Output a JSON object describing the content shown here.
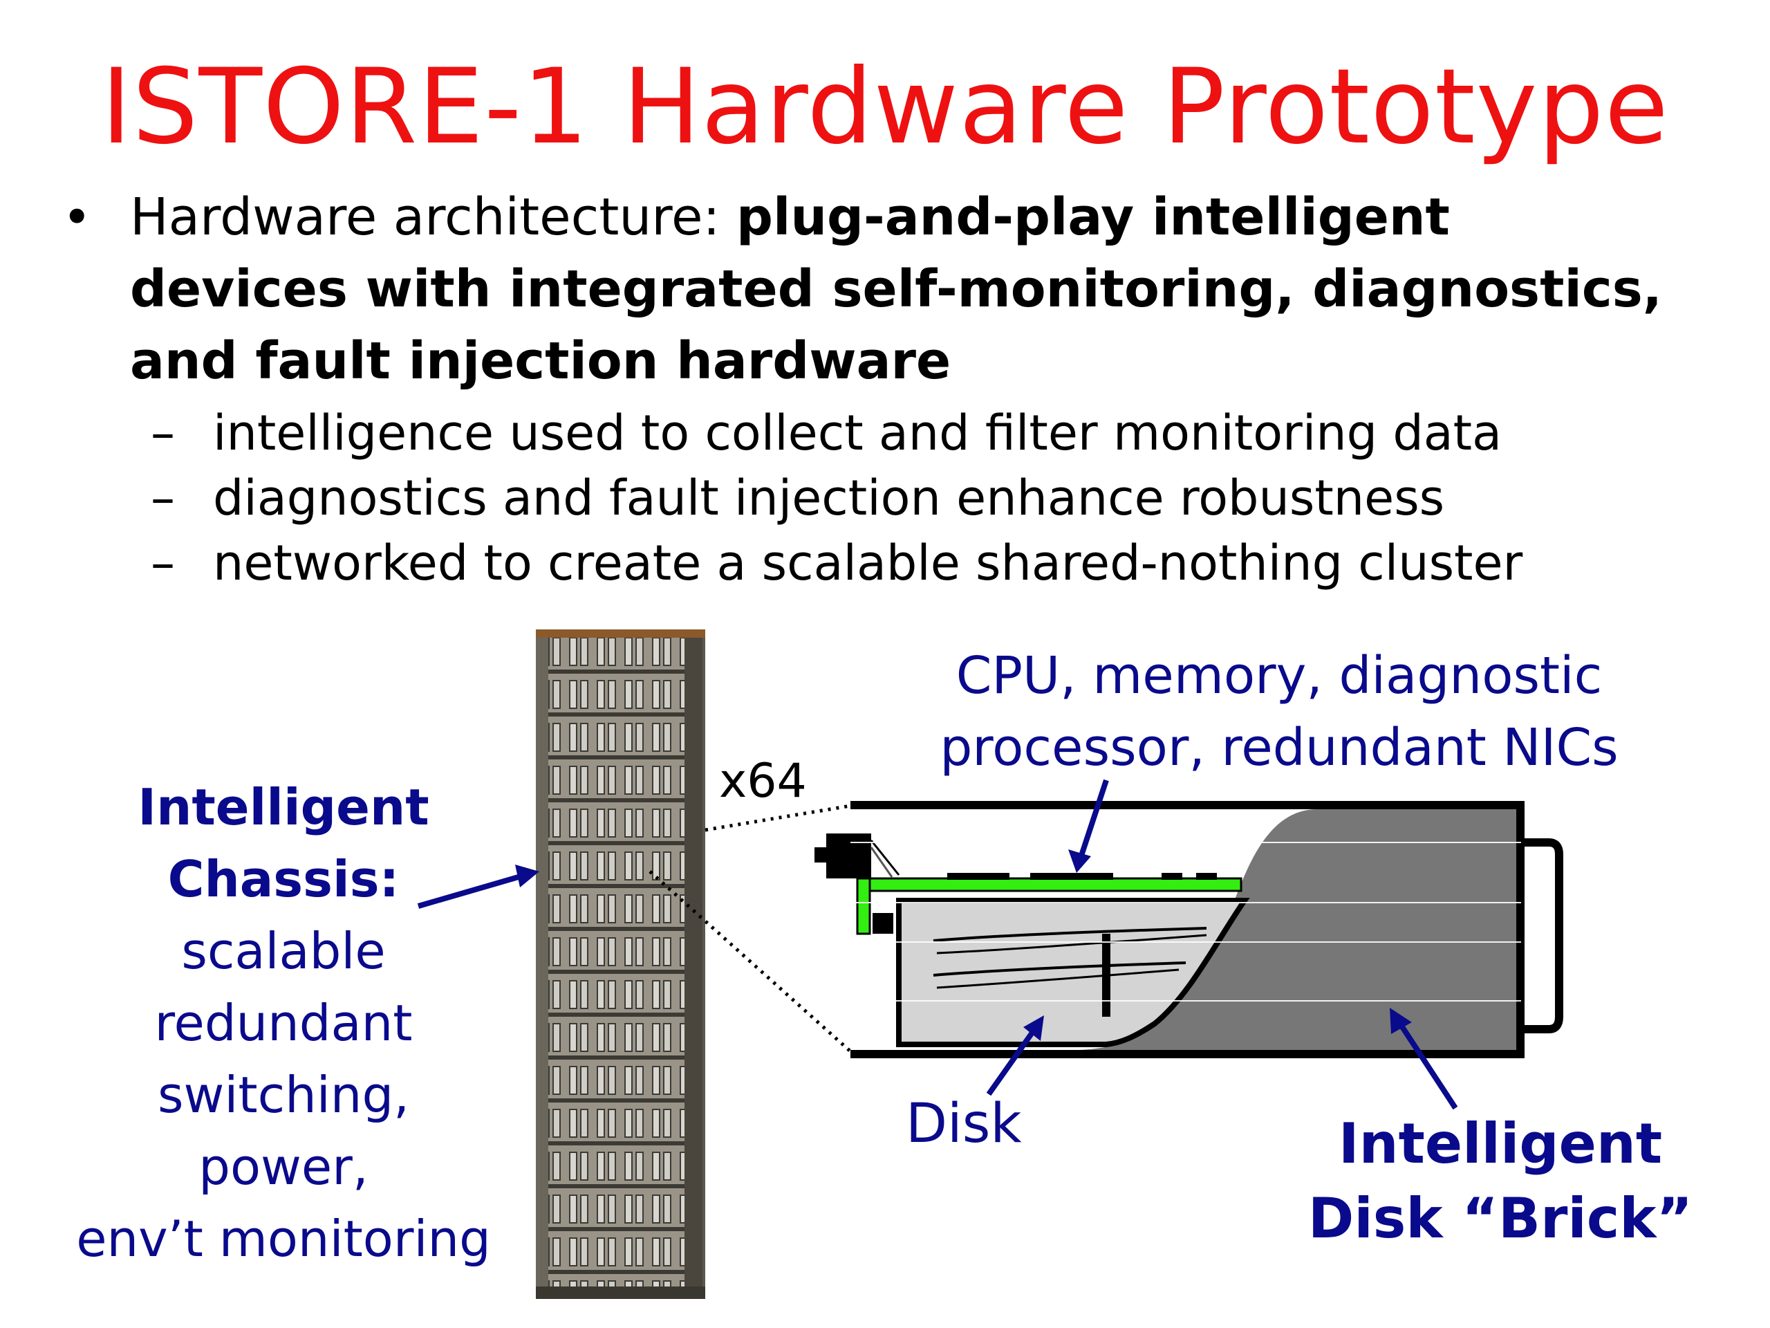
{
  "slide": {
    "title": "ISTORE-1 Hardware Prototype",
    "bullet": {
      "symbol": "•",
      "lead": "Hardware architecture: ",
      "bold_line1": "plug-and-play intelligent",
      "bold_line2": "devices with integrated self-monitoring, diagnostics,",
      "bold_line3": "and fault injection hardware"
    },
    "sub_items": [
      {
        "dash": "–",
        "text": "intelligence used to collect and filter monitoring data"
      },
      {
        "dash": "–",
        "text": "diagnostics and fault injection enhance robustness"
      },
      {
        "dash": "–",
        "text": "networked to create a scalable shared-nothing cluster"
      }
    ],
    "figure": {
      "chassis_label": {
        "bold_line1": "Intelligent",
        "bold_line2": "Chassis:",
        "line3": "scalable",
        "line4": "redundant",
        "line5": "switching,",
        "line6": "power,",
        "line7": "env’t monitoring"
      },
      "multiplier": "x64",
      "cpu_label": {
        "line1": "CPU, memory, diagnostic",
        "line2": "processor, redundant NICs"
      },
      "disk_label": "Disk",
      "brick_label": {
        "line1": "Intelligent",
        "line2": "Disk “Brick”"
      }
    },
    "colors": {
      "title": "#ee1111",
      "label_blue": "#0a0a8c",
      "board_green": "#33ee11",
      "brick_gray": "#777777",
      "disk_fill": "#d4d4d4"
    }
  }
}
